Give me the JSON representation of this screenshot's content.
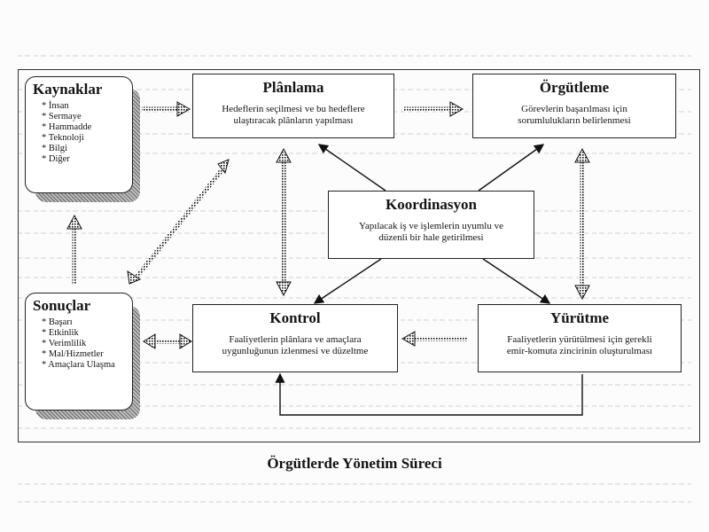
{
  "diagram": {
    "caption": "Örgütlerde Yönetim Süreci",
    "kaynaklar": {
      "title": "Kaynaklar",
      "items": [
        "İnsan",
        "Sermaye",
        "Hammadde",
        "Teknoloji",
        "Bilgi",
        "Diğer"
      ]
    },
    "sonuclar": {
      "title": "Sonuçlar",
      "items": [
        "Başarı",
        "Etkinlik",
        "Verimlilik",
        "Mal/Hizmetler",
        "Amaçlara Ulaşma"
      ]
    },
    "planlama": {
      "title": "Plânlama",
      "desc_1": "Hedeflerin seçilmesi ve bu hedeflere",
      "desc_2": "ulaştıracak plânların yapılması"
    },
    "orgutleme": {
      "title": "Örgütleme",
      "desc_1": "Görevlerin başarılması için",
      "desc_2": "sorumlulukların belirlenmesi"
    },
    "koordinasyon": {
      "title": "Koordinasyon",
      "desc_1": "Yapılacak iş ve işlemlerin uyumlu ve",
      "desc_2": "düzenli bir hale getirilmesi"
    },
    "kontrol": {
      "title": "Kontrol",
      "desc_1": "Faaliyetlerin plânlara ve amaçlara",
      "desc_2": "uygunluğunun izlenmesi ve düzeltme"
    },
    "yurutme": {
      "title": "Yürütme",
      "desc_1": "Faaliyetlerin yürütülmesi için gerekli",
      "desc_2": "emir-komuta zincirinin oluşturulması"
    }
  }
}
